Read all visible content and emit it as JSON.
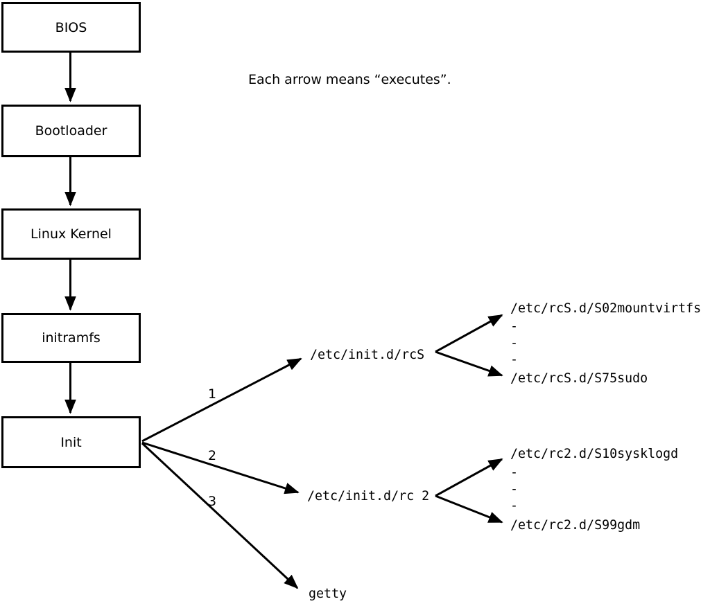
{
  "caption": "Each arrow means “executes”.",
  "boot_chain": {
    "nodes": [
      "BIOS",
      "Bootloader",
      "Linux Kernel",
      "initramfs",
      "Init"
    ]
  },
  "init_targets": [
    {
      "order": "1",
      "label": "/etc/init.d/rcS"
    },
    {
      "order": "2",
      "label": "/etc/init.d/rc 2"
    },
    {
      "order": "3",
      "label": "getty"
    }
  ],
  "rcS_scripts": {
    "first": "/etc/rcS.d/S02mountvirtfs",
    "gap": [
      "-",
      "-",
      "-"
    ],
    "last": "/etc/rcS.d/S75sudo"
  },
  "rc2_scripts": {
    "first": "/etc/rc2.d/S10sysklogd",
    "gap": [
      "-",
      "-",
      "-"
    ],
    "last": "/etc/rc2.d/S99gdm"
  },
  "colors": {
    "line": "#000000",
    "background": "#ffffff",
    "text": "#000000"
  }
}
